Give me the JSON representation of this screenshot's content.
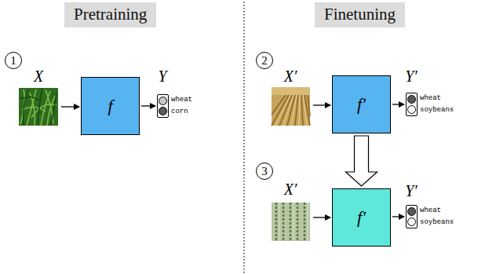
{
  "diagram": {
    "nodes": [
      {
        "text": [
          "Pretraining"
        ]
      },
      {
        "text": [
          "1"
        ]
      },
      {
        "text": [
          "f"
        ]
      },
      {
        "text": [
          "wheat",
          "corn"
        ]
      },
      {
        "text": [
          "Finetuning"
        ]
      },
      {
        "text": [
          "2"
        ]
      },
      {
        "text": [
          "f′"
        ]
      },
      {
        "text": [
          "wheat",
          "soybeans"
        ]
      },
      {
        "text": [
          "3"
        ]
      },
      {
        "text": [
          "f′"
        ]
      },
      {
        "text": [
          "wheat",
          "soybeans"
        ]
      }
    ],
    "edges": [
      {
        "from": 2,
        "to": 3,
        "arrow": "to"
      },
      {
        "from": 6,
        "to": 7,
        "arrow": "to"
      },
      {
        "from": 6,
        "to": 9,
        "arrow": "to"
      },
      {
        "from": 9,
        "to": 10,
        "arrow": "to"
      }
    ],
    "labels": [
      "X",
      "Y",
      "X′",
      "Y′",
      "X′",
      "Y′"
    ]
  }
}
